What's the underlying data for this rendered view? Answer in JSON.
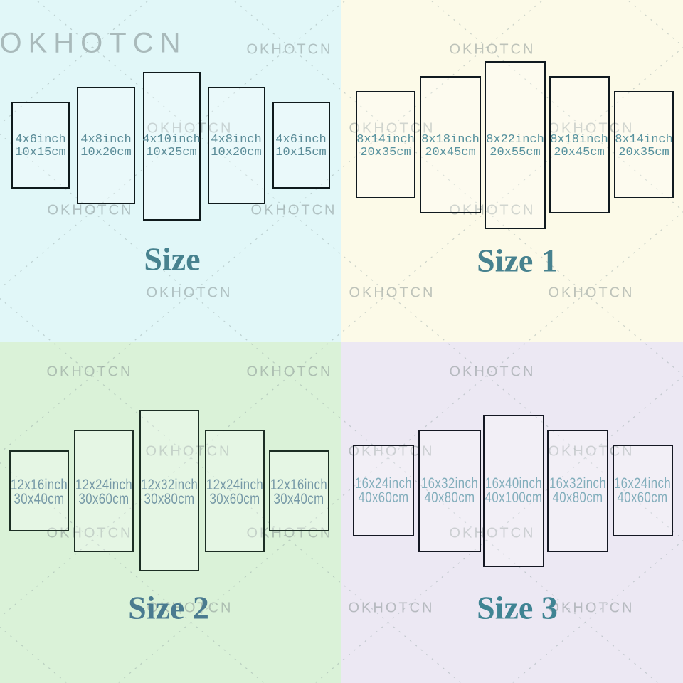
{
  "brand_watermark": "OKHOTCN",
  "lattice_color": "#8fa0a0",
  "quadrants": [
    {
      "title": "Size",
      "bg": "#e1f7f8",
      "panel_border_color": "#0f1a1c",
      "size_text_color": "#5b8c98",
      "title_color": "#47828f",
      "panels": [
        {
          "inches": "4x6inch",
          "cm": "10x15cm"
        },
        {
          "inches": "4x8inch",
          "cm": "10x20cm"
        },
        {
          "inches": "4x10inch",
          "cm": "10x25cm"
        },
        {
          "inches": "4x8inch",
          "cm": "10x20cm"
        },
        {
          "inches": "4x6inch",
          "cm": "10x15cm"
        }
      ]
    },
    {
      "title": "Size 1",
      "bg": "#fcfae8",
      "panel_border_color": "#10191f",
      "size_text_color": "#57929e",
      "title_color": "#47828f",
      "panels": [
        {
          "inches": "8x14inch",
          "cm": "20x35cm"
        },
        {
          "inches": "8x18inch",
          "cm": "20x45cm"
        },
        {
          "inches": "8x22inch",
          "cm": "20x55cm"
        },
        {
          "inches": "8x18inch",
          "cm": "20x45cm"
        },
        {
          "inches": "8x14inch",
          "cm": "20x35cm"
        }
      ]
    },
    {
      "title": "Size 2",
      "bg": "#daf2d8",
      "panel_border_color": "#1c2e24",
      "size_text_color": "#7598a6",
      "title_color": "#4a7b90",
      "panels": [
        {
          "inches": "12x16inch",
          "cm": "30x40cm"
        },
        {
          "inches": "12x24inch",
          "cm": "30x60cm"
        },
        {
          "inches": "12x32inch",
          "cm": "30x80cm"
        },
        {
          "inches": "12x24inch",
          "cm": "30x60cm"
        },
        {
          "inches": "12x16inch",
          "cm": "30x40cm"
        }
      ]
    },
    {
      "title": "Size 3",
      "bg": "#ece8f3",
      "panel_border_color": "#141722",
      "size_text_color": "#83aebc",
      "title_color": "#3f8493",
      "panels": [
        {
          "inches": "16x24inch",
          "cm": "40x60cm"
        },
        {
          "inches": "16x32inch",
          "cm": "40x80cm"
        },
        {
          "inches": "16x40inch",
          "cm": "40x100cm"
        },
        {
          "inches": "16x32inch",
          "cm": "40x80cm"
        },
        {
          "inches": "16x24inch",
          "cm": "40x60cm"
        }
      ]
    }
  ]
}
